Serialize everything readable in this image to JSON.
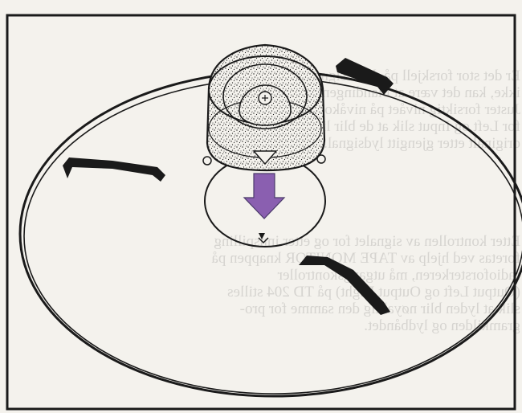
{
  "mirrored_background_text": {
    "paragraph_1": [
      "Er det stor forskjell på de to signalene, og",
      "ikke, kan det være at blandingen er lit.",
      "Juster forsiktig nivået på nivåkontrollene",
      "for Left og Input slik at de blir likt lydbild",
      "originalt etter gjengitt lydsignal."
    ],
    "paragraph_2": [
      "Etter kontrollen av signalet for og etter innspilling",
      "foretas ved hjelp av TAPE MONITOR knappen på",
      "radioforsterkeren, må utgangskontroller",
      "(Output Left og Output Right) på TD 204 stilles",
      "slik at lyden blir nøyaktig den samme for pro-",
      "gramkilden og lydbåndet."
    ]
  },
  "colors": {
    "arrow": "#8a5fb0",
    "arrow_outline": "#4a3a6a",
    "reel_ink": "#1a1a1a",
    "paper": "#f4f2ed"
  },
  "icons": {
    "hub": "tape-hub-icon",
    "arrow": "down-arrow-icon",
    "reel": "tape-reel-icon"
  }
}
